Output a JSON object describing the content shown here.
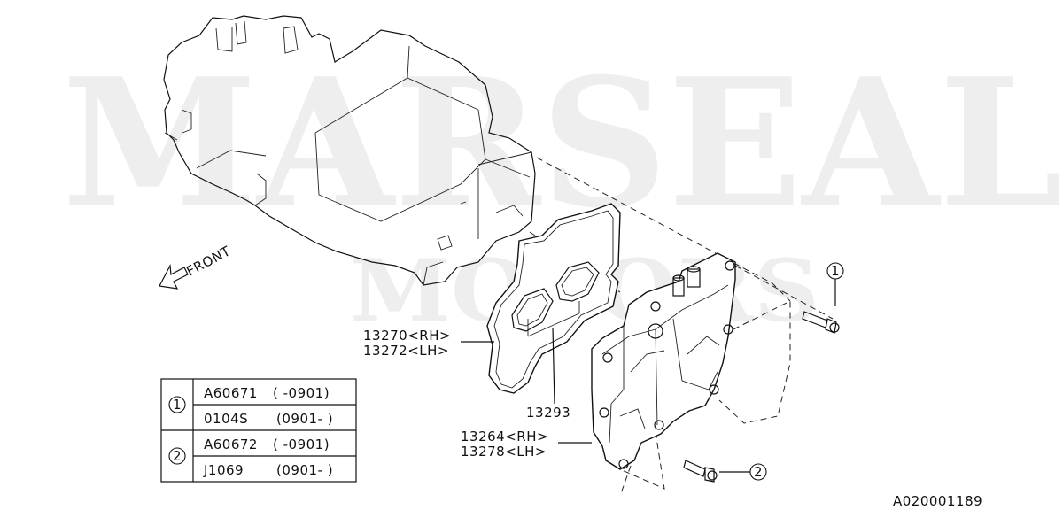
{
  "watermark": {
    "line1": "MARSEAL",
    "line2": "MOTORS"
  },
  "front_label": "FRONT",
  "callouts": {
    "gasket_rh": "13270<RH>",
    "gasket_lh": "13272<LH>",
    "plug_seal": "13293",
    "cover_rh": "13264<RH>",
    "cover_lh": "13278<LH>"
  },
  "ref_marks": {
    "one": "1",
    "two": "2"
  },
  "table": {
    "groups": [
      {
        "ref": "1",
        "rows": [
          {
            "part": "A60671",
            "range": "( -0901)"
          },
          {
            "part": "0104S",
            "range": "(0901- )"
          }
        ]
      },
      {
        "ref": "2",
        "rows": [
          {
            "part": "A60672",
            "range": "( -0901)"
          },
          {
            "part": "J1069",
            "range": "(0901- )"
          }
        ]
      }
    ]
  },
  "diagram_id": "A020001189"
}
